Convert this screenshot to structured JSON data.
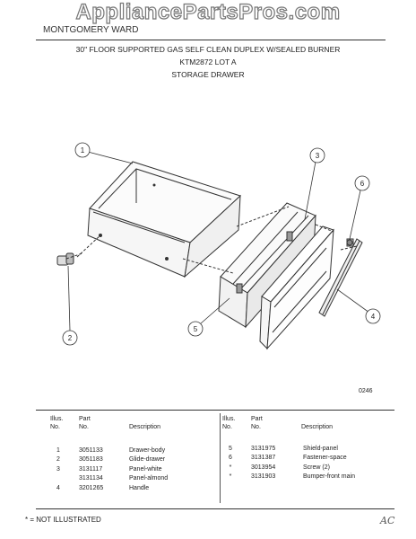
{
  "watermark": "AppliancePartsPros.com",
  "brand": "MONTGOMERY WARD",
  "header": {
    "title": "30\" FLOOR SUPPORTED GAS SELF CLEAN DUPLEX W/SEALED BURNER",
    "model": "KTM2872 LOT A",
    "section": "STORAGE DRAWER"
  },
  "diagram": {
    "callouts": [
      "1",
      "2",
      "3",
      "4",
      "5",
      "6"
    ],
    "figure_number": "0246"
  },
  "table": {
    "headers": {
      "illus": "Illus.",
      "no": "No.",
      "part": "Part",
      "description": "Description"
    },
    "left_illus": [
      "1",
      "2",
      "3",
      "",
      "4"
    ],
    "left_parts": [
      "3051133",
      "3051183",
      "3131117",
      "3131134",
      "3201265"
    ],
    "left_desc": [
      "Drawer-body",
      "Glide-drawer",
      "Panel-white",
      "Panel-almond",
      "Handle"
    ],
    "right_illus": [
      "5",
      "6",
      "*",
      "*"
    ],
    "right_parts": [
      "3131975",
      "3131387",
      "3013954",
      "3131903"
    ],
    "right_desc": [
      "Shield-panel",
      "Fastener-space",
      "Screw (2)",
      "Bumper-front main"
    ]
  },
  "footer": {
    "note": "* = NOT ILLUSTRATED",
    "initials": "AC"
  }
}
